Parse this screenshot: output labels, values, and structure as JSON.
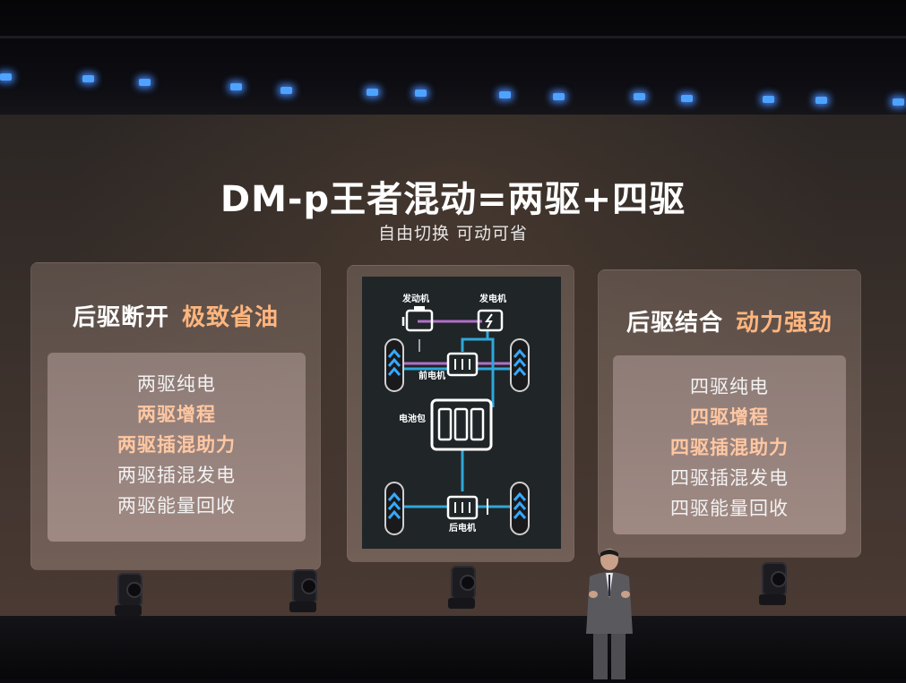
{
  "slide": {
    "title": "DM-p王者混动=两驱+四驱",
    "subtitle": "自由切换 可动可省"
  },
  "left_panel": {
    "title": "后驱断开",
    "title_accent": "极致省油",
    "modes": [
      {
        "label": "两驱纯电",
        "highlight": false
      },
      {
        "label": "两驱增程",
        "highlight": true
      },
      {
        "label": "两驱插混助力",
        "highlight": true
      },
      {
        "label": "两驱插混发电",
        "highlight": false
      },
      {
        "label": "两驱能量回收",
        "highlight": false
      }
    ]
  },
  "right_panel": {
    "title": "后驱结合",
    "title_accent": "动力强劲",
    "modes": [
      {
        "label": "四驱纯电",
        "highlight": false
      },
      {
        "label": "四驱增程",
        "highlight": true
      },
      {
        "label": "四驱插混助力",
        "highlight": true
      },
      {
        "label": "四驱插混发电",
        "highlight": false
      },
      {
        "label": "四驱能量回收",
        "highlight": false
      }
    ]
  },
  "diagram": {
    "labels": {
      "engine": "发动机",
      "generator": "发电机",
      "front_motor": "前电机",
      "battery": "电池包",
      "rear_motor": "后电机"
    },
    "colors": {
      "background": "#202528",
      "power_line": "#2ea8d8",
      "energy_line": "#b070c8",
      "wheel_arrow": "#35a9ff",
      "component": "#ffffff"
    }
  },
  "colors": {
    "accent_orange": "#ffb57e",
    "highlight_text": "#ffc7a2",
    "stage_light": "#4da3ff"
  }
}
